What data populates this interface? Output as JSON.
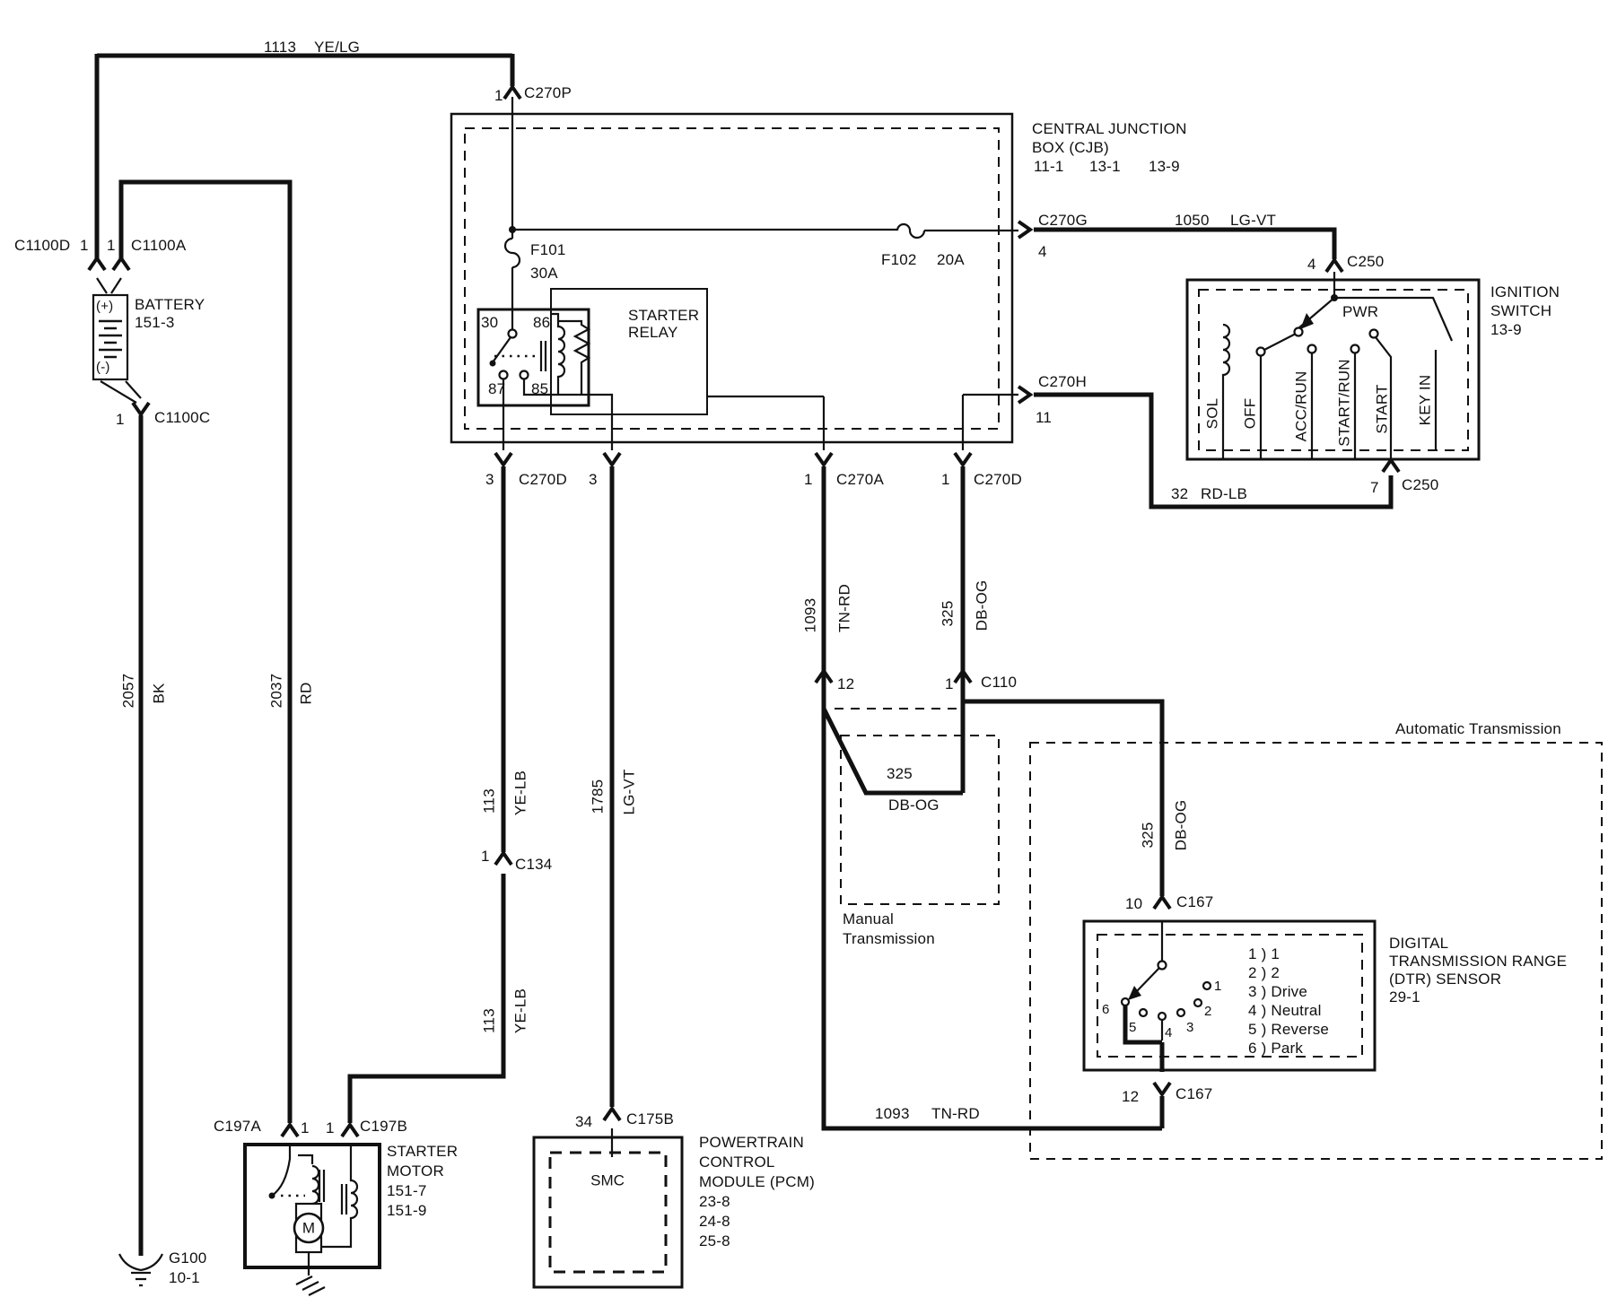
{
  "colors": {
    "ink": "#111111",
    "paper": "#ffffff"
  },
  "cjb": {
    "title1": "CENTRAL   JUNCTION",
    "title2": "BOX (CJB)",
    "ref1": "11-1",
    "ref2": "13-1",
    "ref3": "13-9"
  },
  "fuses": {
    "f101": {
      "name": "F101",
      "rating": "30A"
    },
    "f102": {
      "name": "F102",
      "rating": "20A"
    }
  },
  "relay": {
    "label1": "STARTER",
    "label2": "RELAY",
    "pin30": "30",
    "pin86": "86",
    "pin87": "87",
    "pin85": "85"
  },
  "ignition": {
    "title1": "IGNITION",
    "title2": "SWITCH",
    "ref": "13-9",
    "pwr": "PWR",
    "positions": [
      "SOL",
      "OFF",
      "ACC/RUN",
      "START/RUN",
      "START",
      "KEY IN"
    ]
  },
  "battery": {
    "name": "BATTERY",
    "ref": "151-3",
    "plus": "(+)",
    "minus": "(-)"
  },
  "ground": {
    "name": "G100",
    "ref": "10-1"
  },
  "pcm": {
    "inner": "SMC",
    "line1": "POWERTRAIN",
    "line2": "CONTROL",
    "line3": "MODULE (PCM)",
    "refs": [
      "23-8",
      "24-8",
      "25-8"
    ]
  },
  "starter_motor": {
    "line1": "STARTER",
    "line2": "MOTOR",
    "ref1": "151-7",
    "ref2": "151-9",
    "motor": "M"
  },
  "dtr": {
    "title1": "DIGITAL",
    "title2": "TRANSMISSION RANGE",
    "title3": "(DTR) SENSOR",
    "ref": "29-1",
    "legend": [
      "1 ) 1",
      "2 ) 2",
      "3 ) Drive",
      "4 ) Neutral",
      "5 ) Reverse",
      "6 ) Park"
    ],
    "contacts": [
      "1",
      "2",
      "3",
      "4",
      "5",
      "6"
    ]
  },
  "transmissions": {
    "manual1": "Manual",
    "manual2": "Transmission",
    "automatic": "Automatic Transmission"
  },
  "wires": {
    "w1113": {
      "num": "1113",
      "color": "YE/LG"
    },
    "w1050": {
      "num": "1050",
      "color": "LG-VT"
    },
    "w32": {
      "num": "32",
      "color": "RD-LB"
    },
    "w2057": {
      "num": "2057",
      "color": "BK"
    },
    "w2037": {
      "num": "2037",
      "color": "RD"
    },
    "w113_upper": {
      "num": "113",
      "color": "YE-LB"
    },
    "w113_lower": {
      "num": "113",
      "color": "YE-LB"
    },
    "w1785": {
      "num": "1785",
      "color": "LG-VT"
    },
    "w1093_vert": {
      "num": "1093",
      "color": "TN-RD"
    },
    "w1093_bottom": {
      "num": "1093",
      "color": "TN-RD"
    },
    "w325_vert": {
      "num": "325",
      "color": "DB-OG"
    },
    "w325_branch": {
      "num": "325",
      "color": "DB-OG"
    },
    "w325_auto": {
      "num": "325",
      "color": "DB-OG"
    }
  },
  "connectors": {
    "c270p": {
      "pin": "1",
      "name": "C270P"
    },
    "c270g": {
      "pin": "4",
      "name": "C270G"
    },
    "c270h": {
      "pin": "11",
      "name": "C270H"
    },
    "c250_top": {
      "pin": "4",
      "name": "C250"
    },
    "c250_bottom": {
      "pin": "7",
      "name": "C250"
    },
    "c1100d": {
      "pin": "1",
      "name": "C1100D"
    },
    "c1100a": {
      "pin": "1",
      "name": "C1100A"
    },
    "c1100c": {
      "pin": "1",
      "name": "C1100C"
    },
    "cjb_exit_a": {
      "pin": "3",
      "name": "C270D"
    },
    "cjb_exit_b": {
      "pin": "3"
    },
    "cjb_exit_c": {
      "pin": "1",
      "name": "C270A"
    },
    "cjb_exit_d": {
      "pin": "1",
      "name": "C270D"
    },
    "c134": {
      "pin": "1",
      "name": "C134"
    },
    "c110": {
      "pin_left": "12",
      "pin_right": "1",
      "name": "C110"
    },
    "c167_top": {
      "pin": "10",
      "name": "C167"
    },
    "c167_bottom": {
      "pin": "12",
      "name": "C167"
    },
    "c175b": {
      "pin": "34",
      "name": "C175B"
    },
    "c197a": {
      "pin": "1",
      "name": "C197A"
    },
    "c197b": {
      "pin": "1",
      "name": "C197B"
    }
  }
}
